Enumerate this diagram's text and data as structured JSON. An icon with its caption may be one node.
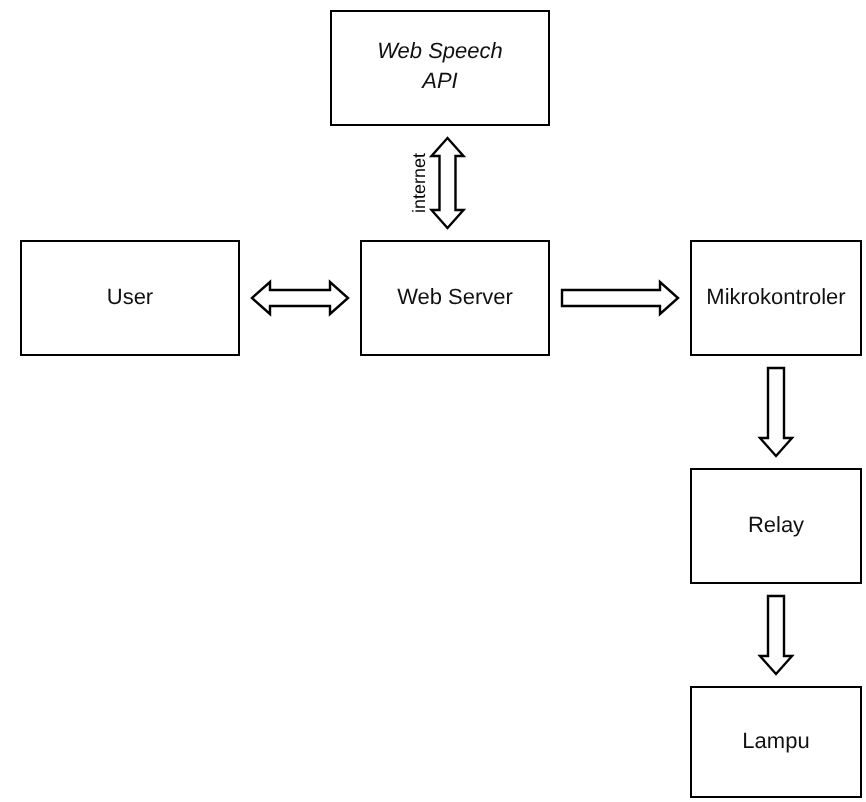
{
  "diagram": {
    "nodes": [
      {
        "text": [
          "Web Speech API"
        ]
      },
      {
        "text": [
          "User"
        ]
      },
      {
        "text": [
          "Web Server"
        ]
      },
      {
        "text": [
          "Mikrokontroler"
        ]
      },
      {
        "text": [
          "Relay"
        ]
      },
      {
        "text": [
          "Lampu"
        ]
      }
    ],
    "edges": [
      {
        "from": 0,
        "to": 2,
        "arrow": "both",
        "label": "internet"
      },
      {
        "from": 1,
        "to": 2,
        "arrow": "both"
      },
      {
        "from": 2,
        "to": 3,
        "arrow": "to"
      },
      {
        "from": 3,
        "to": 4,
        "arrow": "to"
      },
      {
        "from": 4,
        "to": 5,
        "arrow": "to"
      }
    ]
  }
}
